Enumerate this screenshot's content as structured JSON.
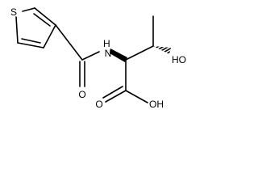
{
  "molecule": {
    "atoms": {
      "S": "S",
      "N": "N",
      "H_amide": "H",
      "O_amide": "O",
      "O_acid": "O",
      "OH_acid": "OH",
      "HO_side": "HO"
    }
  }
}
